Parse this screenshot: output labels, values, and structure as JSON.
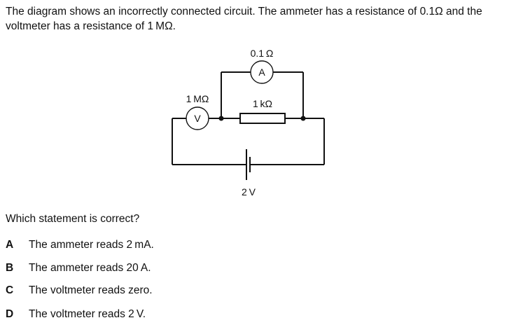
{
  "intro": "The diagram shows an incorrectly connected circuit. The ammeter has a resistance of 0.1Ω and the voltmeter has a resistance of 1 MΩ.",
  "diagram": {
    "ammeter": {
      "symbol": "A",
      "label": "0.1 Ω"
    },
    "voltmeter": {
      "symbol": "V",
      "label": "1 MΩ"
    },
    "resistor": {
      "label": "1 kΩ"
    },
    "cell": {
      "label": "2 V"
    }
  },
  "question": "Which statement is correct?",
  "options": [
    {
      "letter": "A",
      "text": "The ammeter reads 2 mA."
    },
    {
      "letter": "B",
      "text": "The ammeter reads 20 A."
    },
    {
      "letter": "C",
      "text": "The voltmeter reads zero."
    },
    {
      "letter": "D",
      "text": "The voltmeter reads 2 V."
    }
  ]
}
